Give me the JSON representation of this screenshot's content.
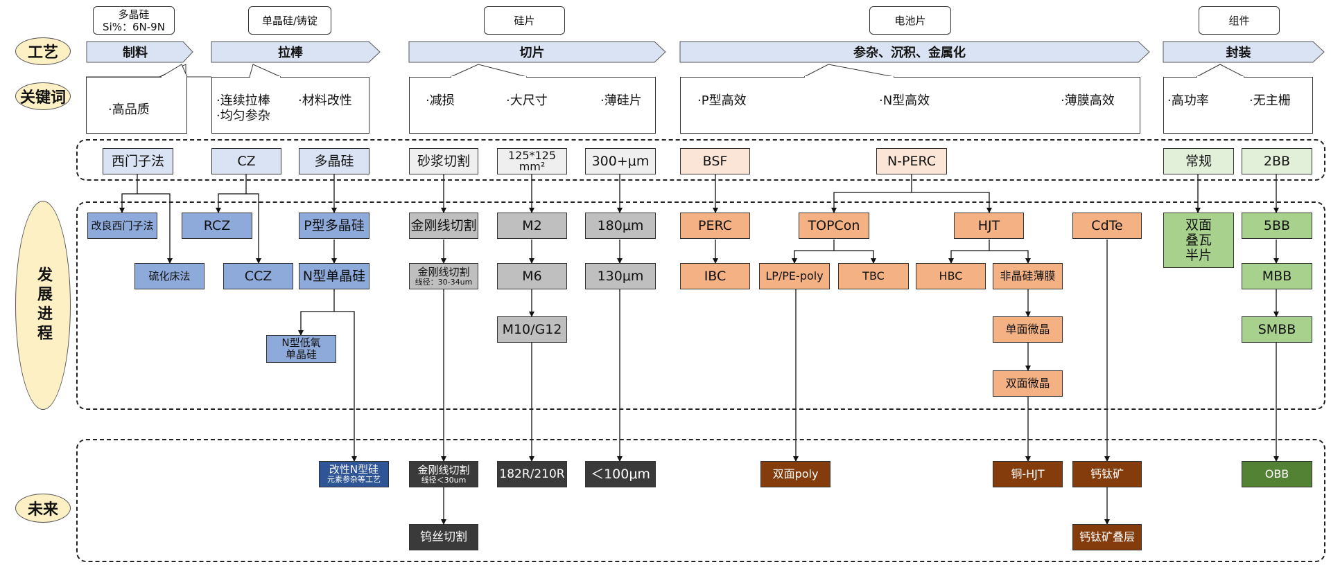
{
  "row_labels": {
    "process": "工艺",
    "keywords": "关键词",
    "development": "发展进程",
    "future": "未来"
  },
  "captions": [
    {
      "line1": "多晶硅",
      "line2": "Si%：6N-9N"
    },
    {
      "line1": "单晶硅/铸锭",
      "line2": ""
    },
    {
      "line1": "硅片",
      "line2": ""
    },
    {
      "line1": "电池片",
      "line2": ""
    },
    {
      "line1": "组件",
      "line2": ""
    }
  ],
  "process_steps": [
    "制料",
    "拉棒",
    "切片",
    "参杂、沉积、金属化",
    "封装"
  ],
  "keywords": {
    "k1": "·高品质",
    "k2a": "·连续拉棒",
    "k2b": "·材料改性",
    "k2c": "·均匀参杂",
    "k3a": "·减损",
    "k3b": "·大尺寸",
    "k3c": "·薄硅片",
    "k4a": "·P型高效",
    "k4b": "·N型高效",
    "k4c": "·薄膜高效",
    "k5a": "·高功率",
    "k5b": "·无主栅"
  },
  "nodes": {
    "n_ximenzi": "西门子法",
    "n_cz": "CZ",
    "n_duojing": "多晶硅",
    "n_shajiang": "砂浆切割",
    "n_125_l1": "125*125",
    "n_125_l2": "mm²",
    "n_300": "300+μm",
    "n_bsf": "BSF",
    "n_nperc": "N-PERC",
    "n_changgui": "常规",
    "n_2bb": "2BB",
    "n_gailiang": "改良西门子法",
    "n_liuhua": "硫化床法",
    "n_rcz": "RCZ",
    "n_ccz": "CCZ",
    "n_pduo": "P型多晶硅",
    "n_ndan": "N型单晶硅",
    "n_ndiyang_l1": "N型低氧",
    "n_ndiyang_l2": "单晶硅",
    "n_jgx1": "金刚线切割",
    "n_jgx2_l1": "金刚线切割",
    "n_jgx2_l2": "线径：30-34um",
    "n_m2": "M2",
    "n_m6": "M6",
    "n_m10": "M10/G12",
    "n_180": "180μm",
    "n_130": "130μm",
    "n_perc": "PERC",
    "n_ibc": "IBC",
    "n_topcon": "TOPCon",
    "n_lppe": "LP/PE-poly",
    "n_tbc": "TBC",
    "n_hjt": "HJT",
    "n_hbc": "HBC",
    "n_fjg": "非晶硅薄膜",
    "n_dmwj": "单面微晶",
    "n_smwj": "双面微晶",
    "n_cdte": "CdTe",
    "n_sm_l1": "双面",
    "n_sm_l2": "叠瓦",
    "n_sm_l3": "半片",
    "n_5bb": "5BB",
    "n_mbb": "MBB",
    "n_smbb": "SMBB",
    "f_gxn_l1": "改性N型硅",
    "f_gxn_l2": "元素参杂等工艺",
    "f_jgx_l1": "金刚线切割",
    "f_jgx_l2": "线径＜30um",
    "f_wusi": "钨丝切割",
    "f_182": "182R/210R",
    "f_100": "＜100μm",
    "f_smpoly": "双面poly",
    "f_tonghjt": "铜-HJT",
    "f_gtk": "钙钛矿",
    "f_gtkdc": "钙钛矿叠层",
    "f_obb": "OBB"
  },
  "colors": {
    "blue": "#8eaadb",
    "light_blue": "#dae3f3",
    "dark_blue": "#2f5597",
    "gray": "#bfbfbf",
    "dark_gray": "#3a3a3a",
    "orange": "#f4b183",
    "light_orange": "#fbe5d6",
    "brown": "#843c0c",
    "green": "#a9d18e",
    "light_green": "#e2f0d9",
    "dark_green": "#548235",
    "label_oval": "#fdf0c4"
  }
}
